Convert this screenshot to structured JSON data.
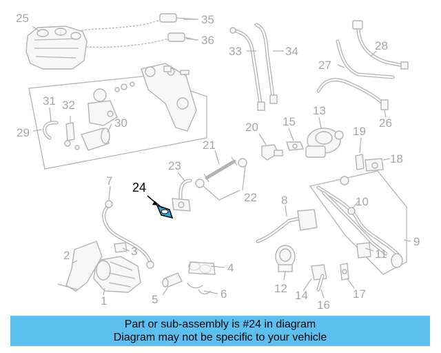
{
  "diagram": {
    "callouts": [
      "1",
      "2",
      "3",
      "4",
      "5",
      "6",
      "7",
      "8",
      "9",
      "10",
      "11",
      "12",
      "13",
      "14",
      "15",
      "16",
      "17",
      "18",
      "19",
      "20",
      "21",
      "22",
      "23",
      "24",
      "25",
      "26",
      "27",
      "28",
      "29",
      "30",
      "31",
      "32",
      "33",
      "34",
      "35",
      "36"
    ],
    "highlighted_part": "24",
    "highlight_color": "#2aa8e0"
  },
  "banner": {
    "line1": "Part or sub-assembly is #24 in diagram",
    "line2": "Diagram may not be specific to your vehicle",
    "background": "#5bc0f0"
  }
}
